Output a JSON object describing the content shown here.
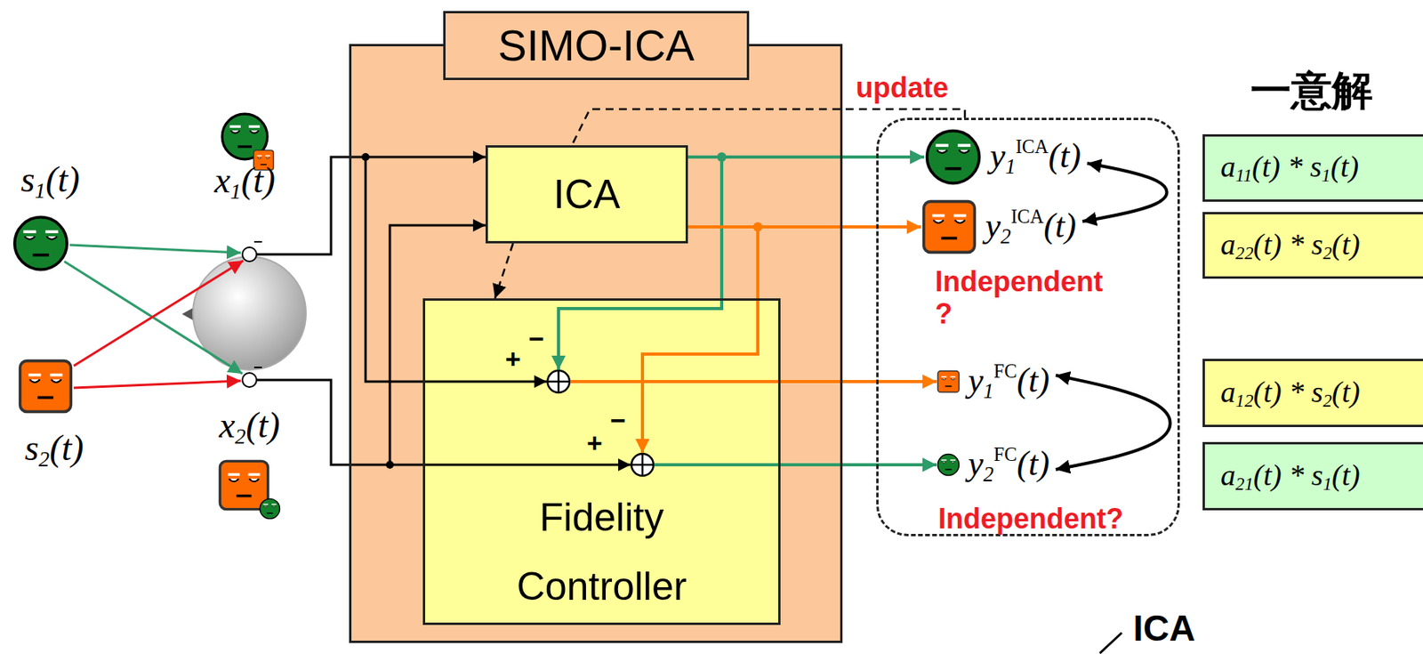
{
  "diagram": {
    "nodes": [
      {
        "text": [
          "SIMO-ICA"
        ]
      },
      {
        "text": [
          "ICA"
        ],
        "in": 0
      },
      {
        "text": [
          "Fidelity Controller"
        ],
        "in": 0
      },
      {
        "text": [
          "Independent ?",
          "Independent?"
        ]
      },
      {
        "text": [
          "y1ICA(t)"
        ],
        "in": 3
      },
      {
        "text": [
          "y2ICA(t)"
        ],
        "in": 3
      },
      {
        "text": [
          "y1FC(t)"
        ],
        "in": 3
      },
      {
        "text": [
          "y2FC(t)"
        ],
        "in": 3
      },
      {
        "text": [
          "a11(t) * s1(t)"
        ]
      },
      {
        "text": [
          "a22(t) * s2(t)"
        ]
      },
      {
        "text": [
          "a12(t) * s2(t)"
        ]
      },
      {
        "text": [
          "a21(t) * s1(t)"
        ]
      }
    ],
    "edges": [
      {
        "from": 1,
        "to": 4,
        "arrow": "to"
      },
      {
        "from": 1,
        "to": 5,
        "arrow": "to"
      },
      {
        "from": 1,
        "to": 2,
        "arrow": "to"
      },
      {
        "from": 1,
        "to": 2,
        "arrow": "to"
      },
      {
        "from": 2,
        "to": 6,
        "arrow": "to"
      },
      {
        "from": 2,
        "to": 7,
        "arrow": "to"
      },
      {
        "from": 3,
        "to": 1,
        "label": "update",
        "arrow": "none"
      },
      {
        "from": 1,
        "to": 2,
        "arrow": "to"
      },
      {
        "from": 4,
        "to": 5,
        "arrow": "both"
      },
      {
        "from": 6,
        "to": 7,
        "arrow": "both"
      }
    ],
    "labels": [
      "s1(t)",
      "s2(t)",
      "x1(t)",
      "x2(t)",
      "+",
      "−",
      "+",
      "−",
      "一意解",
      "ICA"
    ]
  }
}
